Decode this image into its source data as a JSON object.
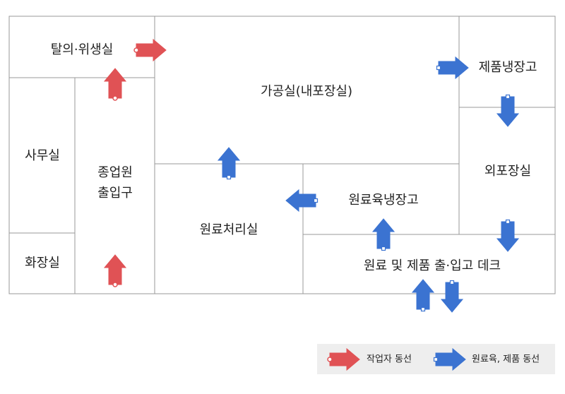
{
  "rooms": {
    "dressing_sanitation": "탈의·위생실",
    "processing_room": "가공실(내포장실)",
    "product_cold_storage": "제품냉장고",
    "office": "사무실",
    "worker_entrance_line1": "종업원",
    "worker_entrance_line2": "출입구",
    "outer_packing": "외포장실",
    "raw_meat_cold_storage": "원료육냉장고",
    "raw_material_processing": "원료처리실",
    "restroom": "화장실",
    "loading_dock": "원료 및 제품 출·입고 데크"
  },
  "legend": {
    "worker_flow": "작업자 동선",
    "material_flow": "원료육, 제품 동선"
  },
  "colors": {
    "worker_arrow": "#e05255",
    "material_arrow": "#3b73d1",
    "wall": "#999999",
    "legend_bg": "#eeeeee"
  }
}
